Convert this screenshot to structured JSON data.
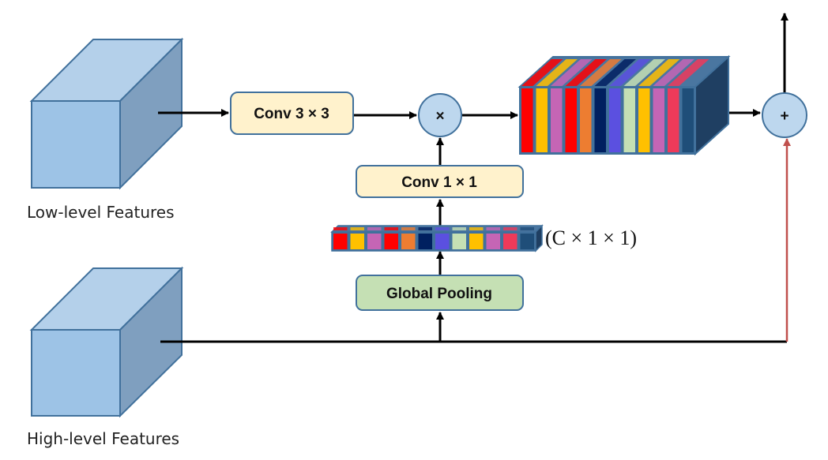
{
  "labels": {
    "low_level": "Low-level Features",
    "high_level": "High-level Features",
    "conv3": "Conv 3 × 3",
    "conv1": "Conv 1 × 1",
    "pooling": "Global Pooling",
    "vector_shape": "(C × 1 × 1)",
    "multiply": "×",
    "add": "+"
  },
  "colors": {
    "cube_front": "#9dc3e6",
    "cube_top": "#b4d0ea",
    "cube_side": "#7f9fbf",
    "border": "#41719c",
    "conv_fill": "#fff2cc",
    "pool_fill": "#c5e0b4",
    "circle_fill": "#bdd7ee",
    "skip_arrow": "#c0504d",
    "channel_stripes": [
      "#ff0000",
      "#ffc000",
      "#c565b5",
      "#ff0000",
      "#ed7d31",
      "#002060",
      "#5b50e0",
      "#c5e0b4",
      "#ffc000",
      "#c565b5",
      "#ee3a5a",
      "#1f4e79"
    ]
  }
}
